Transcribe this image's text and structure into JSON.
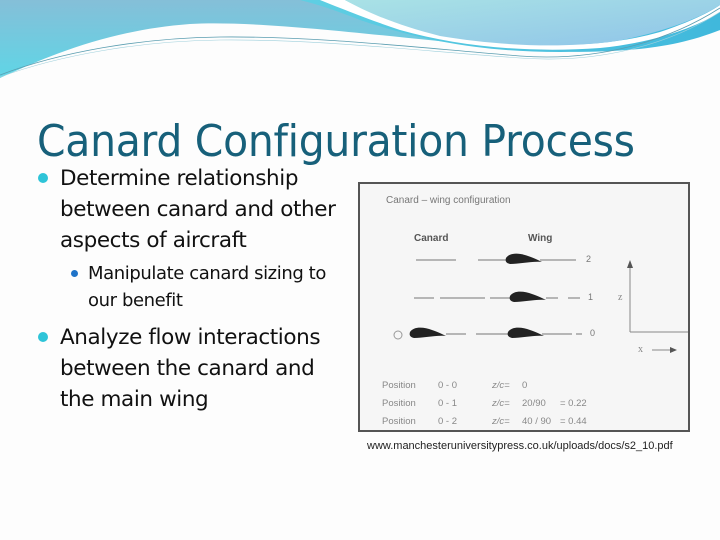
{
  "slide": {
    "title": "Canard Configuration Process",
    "bullets": [
      {
        "text": "Determine relationship between canard and other aspects of aircraft",
        "sub_bullets": [
          {
            "text": "Manipulate canard sizing to our benefit"
          }
        ]
      },
      {
        "text": "Analyze flow interactions between the canard and the main wing",
        "sub_bullets": []
      }
    ],
    "figure": {
      "caption_title": "Canard – wing configuration",
      "column_labels": {
        "canard": "Canard",
        "wing": "Wing"
      },
      "position_markers": [
        "2",
        "1",
        "0"
      ],
      "origin_marker": "O",
      "axes": {
        "vertical": "z",
        "horizontal": "x"
      },
      "positions": [
        {
          "label": "Position",
          "code": "0 - 0",
          "zc_label": "z/c=",
          "fraction": "0",
          "result": ""
        },
        {
          "label": "Position",
          "code": "0 - 1",
          "zc_label": "z/c=",
          "fraction": "20/90",
          "result": "= 0.22"
        },
        {
          "label": "Position",
          "code": "0 - 2",
          "zc_label": "z/c=",
          "fraction": "40 / 90",
          "result": "= 0.44"
        }
      ]
    },
    "source_url": "www.manchesteruniversitypress.co.uk/uploads/docs/s2_10.pdf",
    "colors": {
      "title": "#17607a",
      "bullet_primary": "#2ec4d8",
      "bullet_secondary": "#1f73c8",
      "header_wave_dark": "#6fb9d6",
      "header_wave_light": "#9fdde8"
    }
  }
}
